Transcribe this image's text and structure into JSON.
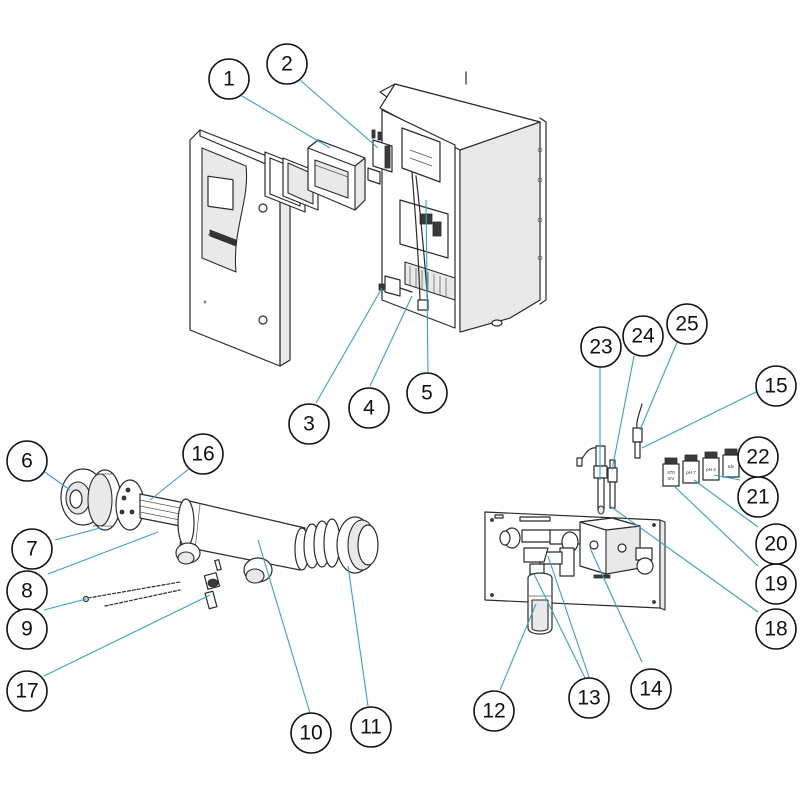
{
  "callouts": [
    {
      "id": 1,
      "label": "1"
    },
    {
      "id": 2,
      "label": "2"
    },
    {
      "id": 3,
      "label": "3"
    },
    {
      "id": 4,
      "label": "4"
    },
    {
      "id": 5,
      "label": "5"
    },
    {
      "id": 6,
      "label": "6"
    },
    {
      "id": 7,
      "label": "7"
    },
    {
      "id": 8,
      "label": "8"
    },
    {
      "id": 9,
      "label": "9"
    },
    {
      "id": 10,
      "label": "10"
    },
    {
      "id": 11,
      "label": "11"
    },
    {
      "id": 12,
      "label": "12"
    },
    {
      "id": 13,
      "label": "13"
    },
    {
      "id": 14,
      "label": "14"
    },
    {
      "id": 15,
      "label": "15"
    },
    {
      "id": 16,
      "label": "16"
    },
    {
      "id": 17,
      "label": "17"
    },
    {
      "id": 18,
      "label": "18"
    },
    {
      "id": 19,
      "label": "19"
    },
    {
      "id": 20,
      "label": "20"
    },
    {
      "id": 21,
      "label": "21"
    },
    {
      "id": 22,
      "label": "22"
    },
    {
      "id": 23,
      "label": "23"
    },
    {
      "id": 24,
      "label": "24"
    },
    {
      "id": 25,
      "label": "25"
    }
  ],
  "colors": {
    "leader": "#3aa0cf",
    "outline": "#2b2b2b",
    "callout_border": "#111111"
  }
}
